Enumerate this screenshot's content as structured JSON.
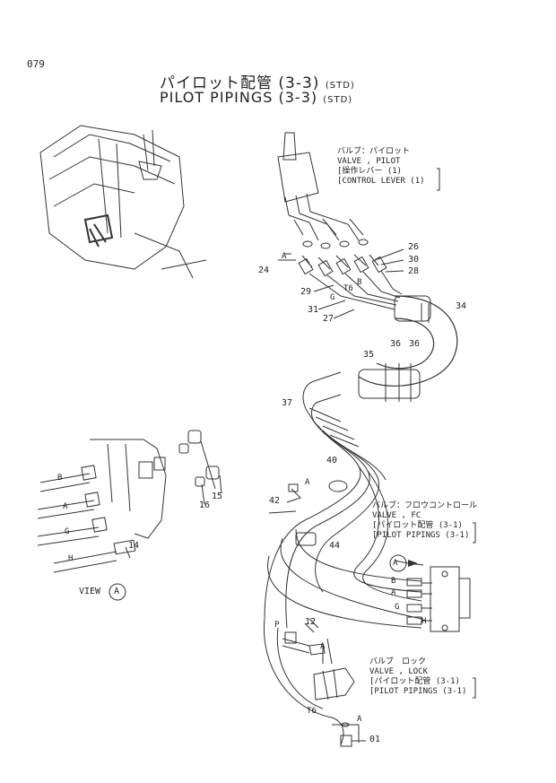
{
  "page_number": "079",
  "title_jp": "パイロット配管 (3-3)",
  "title_jp_tag": "(STD)",
  "title_en": "PILOT PIPINGS (3-3)",
  "title_en_tag": "(STD)",
  "callouts": {
    "valve_pilot": {
      "jp": "バルブ：パイロット",
      "en": "VALVE , PILOT",
      "jp_ref": "[操作レバー (1)",
      "en_ref": "[CONTROL LEVER (1)"
    },
    "valve_fc": {
      "jp": "バルブ：フロウコントロール",
      "en": "VALVE , FC",
      "jp_ref": "[パイロット配管 (3-1)",
      "en_ref": "[PILOT PIPINGS (3-1)"
    },
    "valve_lock": {
      "jp": "バルブ　ロック",
      "en": "VALVE , LOCK",
      "jp_ref": "[パイロット配管 (3-1)",
      "en_ref": "[PILOT PIPINGS (3-1)"
    }
  },
  "view_label": "VIEW",
  "view_letter": "A",
  "part_numbers": {
    "p24": "24",
    "p26": "26",
    "p30": "30",
    "p28": "28",
    "p29": "29",
    "p31": "31",
    "p27": "27",
    "p34": "34",
    "p35": "35",
    "p36a": "36",
    "p36b": "36",
    "p37": "37",
    "p40": "40",
    "p42": "42",
    "p44": "44",
    "p12": "12",
    "p01": "01",
    "p15": "15",
    "p16": "16",
    "p14": "14"
  },
  "letters": {
    "a_top": "A",
    "a_mid": "A",
    "a_lock": "A",
    "a_low": "A",
    "a_fc": "A",
    "b_left": "B",
    "a_left": "A",
    "g_left": "G",
    "h_left": "H",
    "b_fc": "B",
    "a2_fc": "A",
    "g_fc": "G",
    "h_fc": "H",
    "g_top": "G",
    "b_top": "B",
    "t6_top": "T6",
    "t6_bot": "T6",
    "p_bot": "P"
  }
}
